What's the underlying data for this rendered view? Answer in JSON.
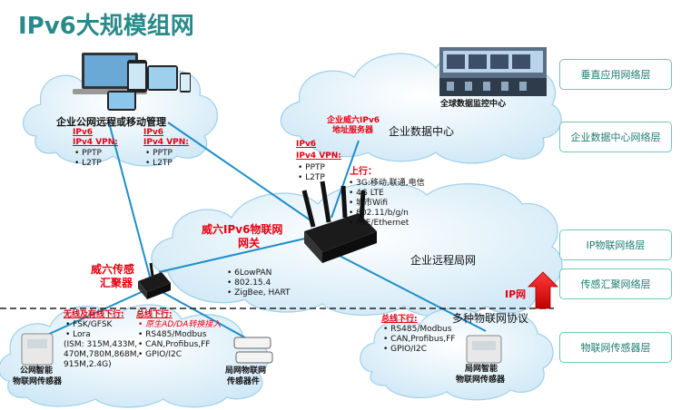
{
  "title": "IPv6大规模组网",
  "layers": [
    "垂直应用网络层",
    "企业数据中心网络层",
    "IP物联网络层",
    "传感汇聚网络层",
    "物联网传感器层"
  ],
  "top_left": {
    "caption": "企业公网远程或移动管理",
    "col1": {
      "head1": "IPv6",
      "head2": "IPv4 VPN:",
      "items": [
        "PPTP",
        "L2TP"
      ]
    },
    "col2": {
      "head1": "IPv6",
      "head2": "IPv4 VPN:",
      "items": [
        "PPTP",
        "L2TP"
      ]
    }
  },
  "datacenter": {
    "monitor_caption": "全球数据监控中心",
    "server_label1": "企业威六IPv6",
    "server_label2": "地址服务器",
    "dc_label": "企业数据中心",
    "vpn": {
      "head1": "IPv6",
      "head2": "IPv4 VPN:",
      "items": [
        "PPTP",
        "L2TP"
      ]
    }
  },
  "gateway": {
    "name1": "威六IPv6物联网",
    "name2": "网关",
    "uplink_head": "上行：",
    "uplink_items": [
      "3G:移动,联通,电信",
      "4G LTE",
      "城市Wifi",
      "802.11/b/g/n",
      "PoE/Ethernet"
    ],
    "down_items": [
      "6LowPAN",
      "802.15.4",
      "ZigBee, HART"
    ],
    "lan_label": "企业远程局网",
    "ip_label": "IP网"
  },
  "aggregator": {
    "name1": "威六传感",
    "name2": "汇聚器",
    "wireless_head": "无线及有线下行:",
    "wireless_items": [
      "FSK/GFSK",
      "Lora"
    ],
    "wireless_detail": [
      "(ISM: 315M,433M,",
      "470M,780M,868M,",
      "915M,2.4G)"
    ],
    "bus_head": "总线下行:",
    "bus_items": [
      "原生AD/DA转换接入",
      "RS485/Modbus",
      "CAN,Profibus,FF",
      "GPIO/I2C"
    ]
  },
  "sensors": {
    "public1": "公网智能",
    "public2": "物联网传感器",
    "lan1": "局网物联网",
    "lan2": "传感器件",
    "multi": "多种物联网协议",
    "bus_head": "总线下行:",
    "bus_items": [
      "RS485/Modbus",
      "CAN,Profibus,FF",
      "GPIO/I2C"
    ],
    "smart1": "局网智能",
    "smart2": "物联网传感器"
  }
}
